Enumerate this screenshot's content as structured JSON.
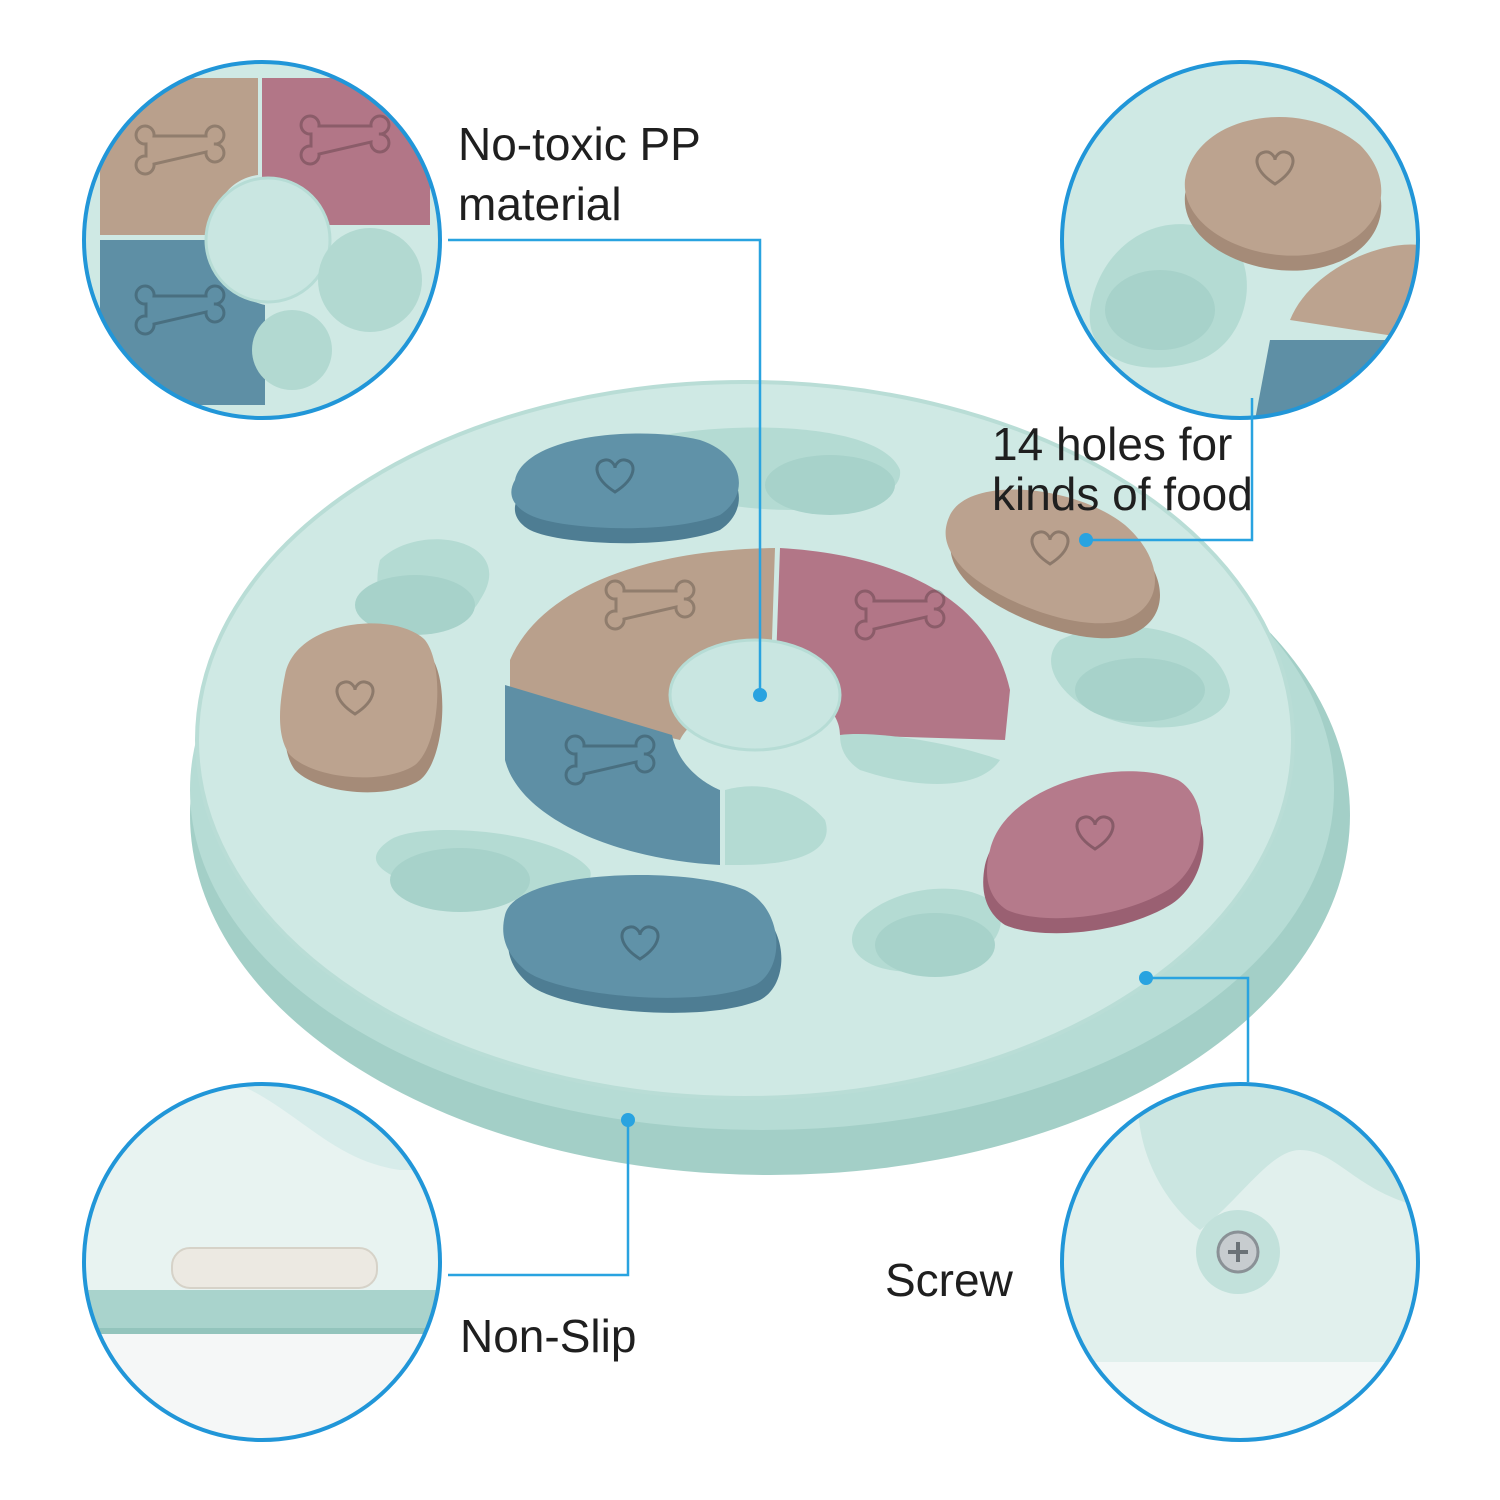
{
  "features": {
    "material": {
      "line1": "No-toxic PP",
      "line2": "material"
    },
    "holes": {
      "line1": "14 holes for",
      "line2": "kinds of food"
    },
    "non_slip": {
      "label": "Non-Slip"
    },
    "screw": {
      "label": "Screw"
    }
  },
  "colors": {
    "base": "#c9e6e1",
    "base_shade": "#a9d3cc",
    "blue_piece": "#5e8fa5",
    "tan_piece": "#b9a08c",
    "rose_piece": "#b27687",
    "accent_line": "#29a3e0",
    "ring": "#2196d8"
  },
  "icons": [
    "bone-icon",
    "heart-icon"
  ]
}
